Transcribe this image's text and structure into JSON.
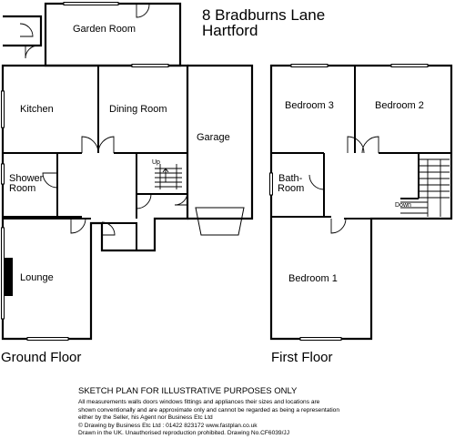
{
  "title": {
    "line1": "8 Bradburns Lane",
    "line2": "Hartford"
  },
  "ground_floor": {
    "label": "Ground Floor",
    "rooms": {
      "garden_room": "Garden Room",
      "kitchen": "Kitchen",
      "dining_room": "Dining Room",
      "garage": "Garage",
      "shower_room_1": "Shower",
      "shower_room_2": "Room",
      "lounge": "Lounge"
    },
    "stair_label": "Up"
  },
  "first_floor": {
    "label": "First Floor",
    "rooms": {
      "bedroom_3": "Bedroom 3",
      "bedroom_2": "Bedroom 2",
      "bathroom_1": "Bath-",
      "bathroom_2": "Room",
      "bedroom_1": "Bedroom 1"
    },
    "stair_label": "Down"
  },
  "disclaimer": {
    "heading": "SKETCH PLAN FOR ILLUSTRATIVE PURPOSES ONLY",
    "lines": [
      "All measurements walls doors windows fittings and appliances their sizes and locations are",
      "shown conventionally and are approximate only and cannot be regarded as being a representation",
      "either by the Seller, his Agent nor Business Etc Ltd",
      "©  Drawing by Business Etc Ltd :  01422 823172  www.fastplan.co.uk",
      "Drawn in the UK. Unauthorised reproduction prohibited. Drawing No.CF6039/JJ"
    ]
  }
}
